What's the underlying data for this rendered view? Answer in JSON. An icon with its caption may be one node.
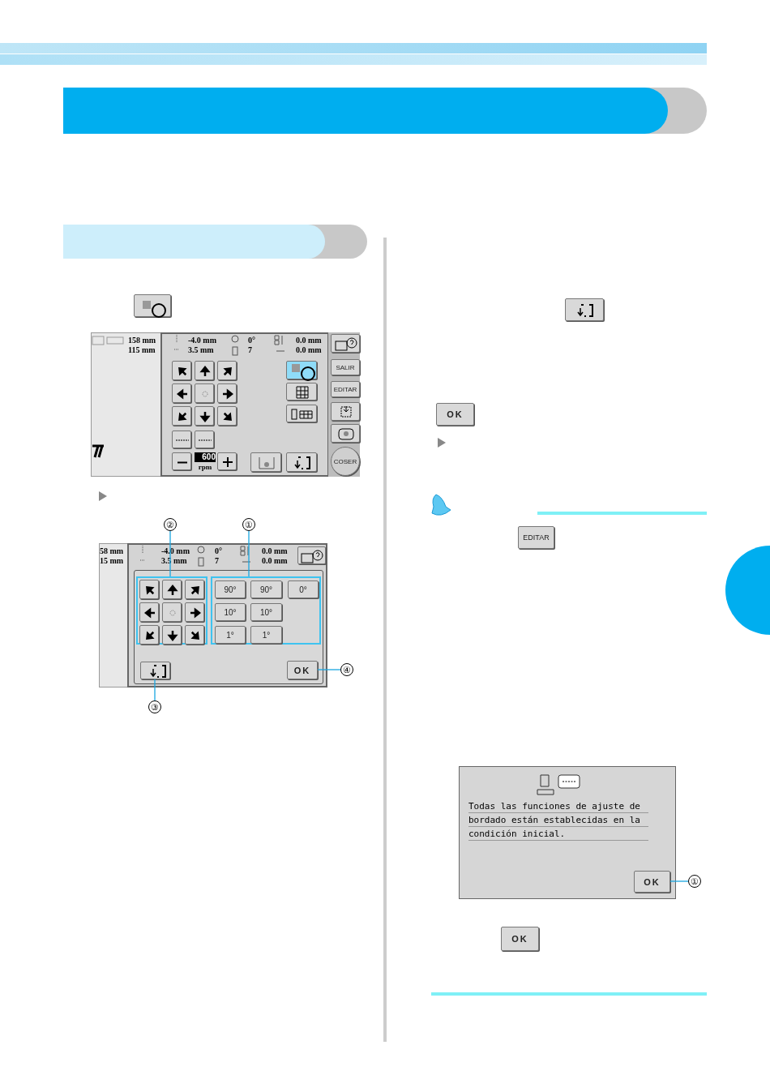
{
  "diagram": {
    "nodes": [
      {
        "text": [
          "SALIR"
        ]
      },
      {
        "text": [
          "EDITAR"
        ]
      },
      {
        "text": [
          "COSER"
        ]
      },
      {
        "text": [
          "②"
        ]
      },
      {
        "text": [
          "①"
        ]
      },
      {
        "text": [],
        "shape": "box"
      },
      {
        "text": [],
        "shape": "box"
      },
      {
        "text": [
          "90°"
        ],
        "in": 6
      },
      {
        "text": [
          "90°"
        ],
        "in": 6
      },
      {
        "text": [
          "0°"
        ],
        "in": 6
      },
      {
        "text": [
          "10°"
        ],
        "in": 6
      },
      {
        "text": [
          "10°"
        ],
        "in": 6
      },
      {
        "text": [
          "1°"
        ],
        "in": 6
      },
      {
        "text": [
          "1°"
        ],
        "in": 6
      },
      {
        "text": [],
        "shape": "box"
      },
      {
        "text": [
          "③"
        ]
      },
      {
        "text": [
          "OK"
        ]
      },
      {
        "text": [
          "④"
        ]
      },
      {
        "text": [
          "OK"
        ]
      },
      {
        "text": [
          "EDITAR"
        ]
      },
      {
        "text": [
          "Todas las funciones de ajuste de bordado están establecidas en la condición inicial."
        ]
      },
      {
        "text": [
          "OK"
        ],
        "in": 20
      },
      {
        "text": [
          "①"
        ]
      },
      {
        "text": [
          "OK"
        ]
      },
      {
        "text": [],
        "shape": "box"
      },
      {
        "text": [],
        "shape": "box"
      },
      {
        "text": [],
        "shape": "box"
      },
      {
        "text": [],
        "shape": "box"
      },
      {
        "text": [],
        "shape": "box"
      },
      {
        "text": [],
        "shape": "box"
      },
      {
        "text": [],
        "shape": "box"
      },
      {
        "text": [],
        "shape": "bar"
      },
      {
        "text": [],
        "shape": "bar"
      },
      {
        "text": [],
        "shape": "circle"
      },
      {
        "text": [],
        "shape": "box"
      },
      {
        "text": [],
        "shape": "box"
      },
      {
        "text": [],
        "shape": "box"
      },
      {
        "text": [],
        "shape": "box"
      }
    ],
    "edges": [
      {
        "from": 3,
        "to": 5,
        "arrow": "none"
      },
      {
        "from": 4,
        "to": 6,
        "arrow": "none"
      },
      {
        "from": 15,
        "to": 14,
        "arrow": "none"
      },
      {
        "from": 17,
        "to": 16,
        "arrow": "none"
      },
      {
        "from": 22,
        "to": 21,
        "arrow": "none"
      }
    ],
    "labels": [
      "158 mm",
      "115 mm",
      "-4.0 mm",
      "0°",
      "0.0 mm",
      "3.5 mm",
      "7",
      "0.0 mm",
      "600",
      "rpm",
      "58 mm",
      "15 mm",
      "-4.0 mm",
      "0°",
      "0.0 mm",
      "3.5 mm",
      "7",
      "0.0 mm"
    ]
  }
}
